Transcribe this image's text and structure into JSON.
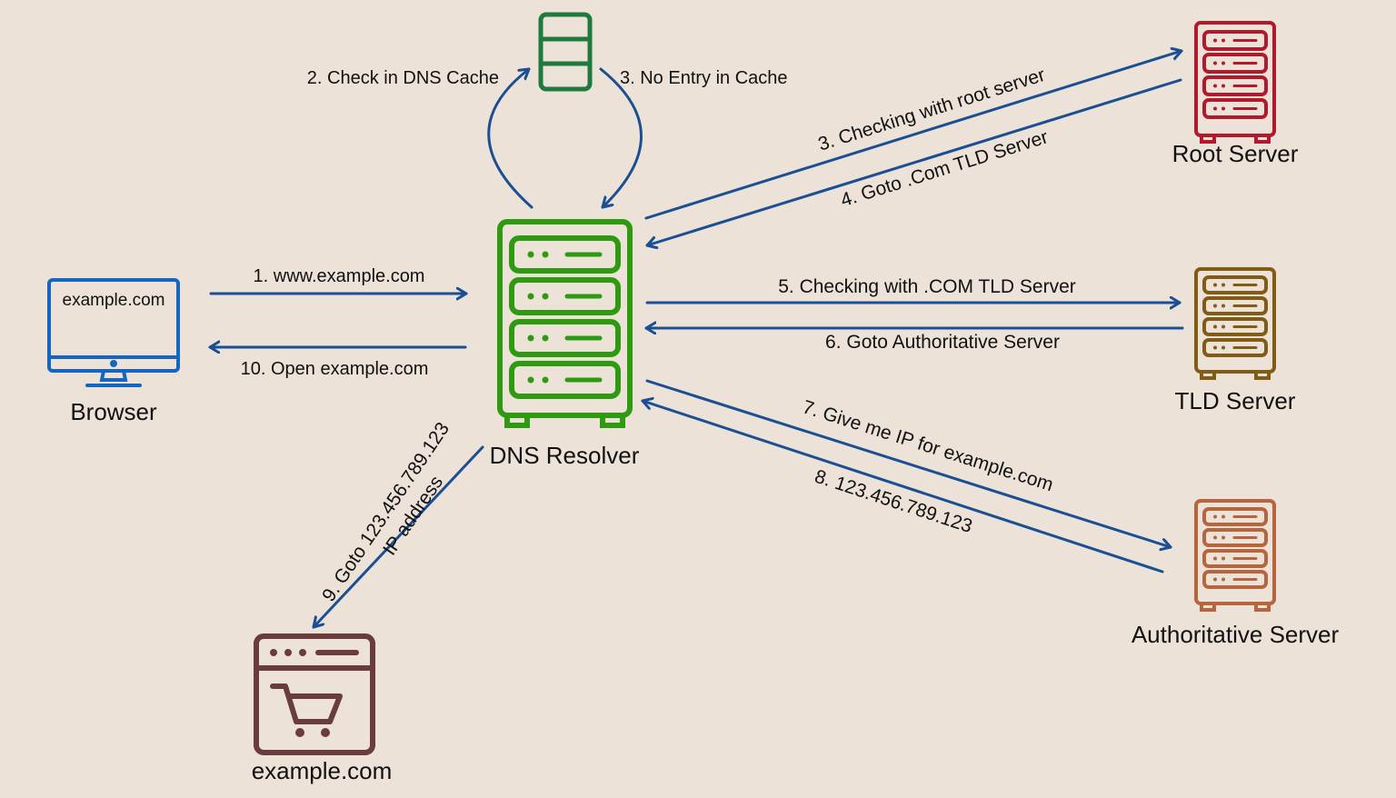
{
  "colors": {
    "background": "#ede2d7",
    "arrow": "#1b4f93",
    "browser": "#1466c0",
    "cache": "#1f7a3d",
    "resolver": "#2e9a12",
    "root": "#b01a2c",
    "tld": "#805c14",
    "authoritative": "#b7653c",
    "website": "#6a3c3c"
  },
  "icons": {
    "browser": "monitor-icon",
    "cache": "database-icon",
    "resolver": "server-rack-icon",
    "root": "server-rack-icon",
    "tld": "server-rack-icon",
    "authoritative": "server-rack-icon",
    "website": "web-shop-cart-icon"
  },
  "nodes": {
    "browser": {
      "label": "Browser",
      "screen_text": "example.com"
    },
    "resolver": {
      "label": "DNS Resolver"
    },
    "root": {
      "label": "Root Server"
    },
    "tld": {
      "label": "TLD Server"
    },
    "authoritative": {
      "label": "Authoritative Server"
    },
    "website": {
      "label": "example.com"
    }
  },
  "steps": {
    "s1": "1. www.example.com",
    "s2": "2. Check in DNS Cache",
    "s3_cache": "3. No Entry in Cache",
    "s3_root": "3. Checking with root server",
    "s4": "4. Goto .Com TLD Server",
    "s5": "5. Checking with .COM TLD Server",
    "s6": "6. Goto Authoritative Server",
    "s7": "7. Give me IP for example.com",
    "s8": "8. 123.456.789.123",
    "s9_line1": "9. Goto 123.456.789.123",
    "s9_line2": "IP address",
    "s10": "10. Open example.com"
  }
}
